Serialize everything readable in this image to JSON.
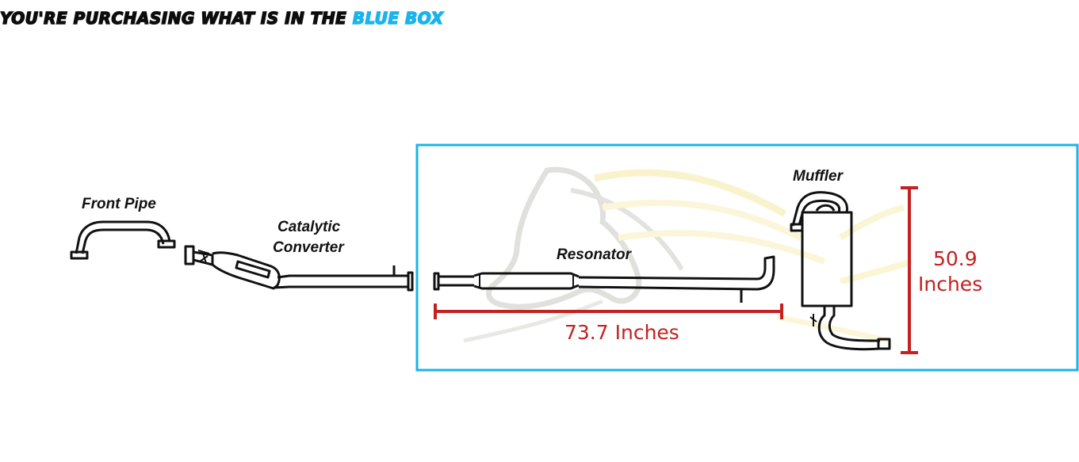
{
  "headline": {
    "prefix": "YOU'RE PURCHASING WHAT IS IN THE",
    "highlight": "BLUE BOX"
  },
  "parts": {
    "front_pipe": "Front Pipe",
    "catalytic_converter_line1": "Catalytic",
    "catalytic_converter_line2": "Converter",
    "resonator": "Resonator",
    "muffler": "Muffler"
  },
  "dimensions": {
    "length": "73.7 Inches",
    "height_value": "50.9",
    "height_unit": "Inches"
  },
  "colors": {
    "accent_blue": "#1ab3ec",
    "dimension_red": "#c42121",
    "outline": "#111111"
  }
}
